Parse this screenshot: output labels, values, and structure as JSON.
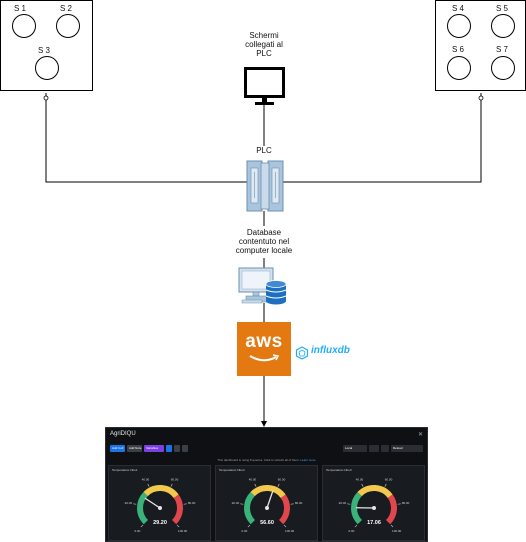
{
  "sensors_left": [
    "S 1",
    "S 2",
    "S 3"
  ],
  "sensors_right": [
    "S 4",
    "S 5",
    "S 6",
    "S 7"
  ],
  "screens_label": "Schermi\ncollegati al\nPLC",
  "plc_label": "PLC",
  "database_label": "Database\ncontentuto nel\ncomputer locale",
  "aws_label": "aws",
  "influx_label": "influxdb",
  "dashboard": {
    "title": "AgriDIQU",
    "close": "✕",
    "toolbar": [
      "Add Cell",
      "Add Note",
      "Variables",
      "Local",
      "Reload"
    ],
    "notice": "This dashboard is using 8 queries. Click to refresh all of them.",
    "notice_link": "Learn more",
    "panels": [
      {
        "title": "Temperatura Cibo1",
        "value": "29.20",
        "ticks": [
          "0.00",
          "20.00",
          "40.00",
          "60.00",
          "80.00",
          "100.00"
        ],
        "level": 0.29
      },
      {
        "title": "Temperatura Cibo4",
        "value": "56.60",
        "ticks": [
          "0.00",
          "20.00",
          "40.00",
          "60.00",
          "80.00",
          "100.00"
        ],
        "level": 0.57
      },
      {
        "title": "Temperatura Cibo3",
        "value": "17.06",
        "ticks": [
          "0.00",
          "20.00",
          "40.00",
          "60.00",
          "80.00",
          "100.00"
        ],
        "level": 0.17
      }
    ]
  },
  "colors": {
    "aws_orange": "#e47911",
    "server_blue": "#a9c4dd",
    "gauge_green": "#3ab27a",
    "gauge_yellow": "#f2c94c",
    "gauge_red": "#e0474c"
  }
}
